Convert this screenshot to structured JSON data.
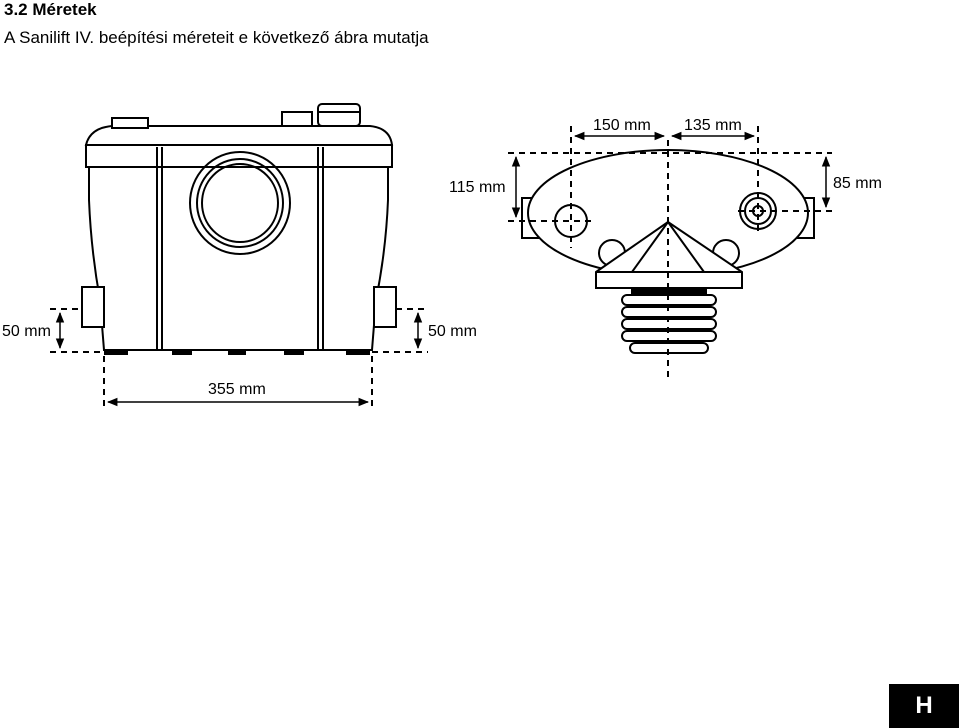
{
  "section": {
    "heading": "3.2 Méretek",
    "subtitle": "A Sanilift IV. beépítési méreteit e következő ábra mutatja"
  },
  "drawing": {
    "front_view": {
      "dim_left_height": "50 mm",
      "dim_right_height": "50 mm",
      "dim_width": "355 mm"
    },
    "top_view": {
      "dim_top_left": "150 mm",
      "dim_top_right": "135 mm",
      "dim_left": "115 mm",
      "dim_right": "85 mm"
    }
  },
  "language_badge": "H"
}
